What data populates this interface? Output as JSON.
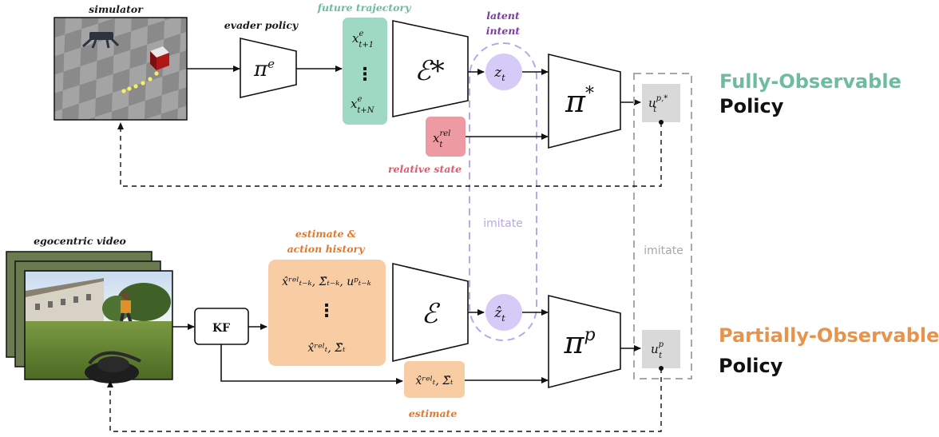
{
  "labels": {
    "simulator": "simulator",
    "evader_policy": "evader policy",
    "future_trajectory": "future trajectory",
    "latent_intent_line1": "latent",
    "latent_intent_line2": "intent",
    "relative_state": "relative state",
    "egocentric_video": "egocentric video",
    "estimate_history_line1": "estimate &",
    "estimate_history_line2": "action history",
    "estimate": "estimate",
    "imitate_latent": "imitate",
    "imitate_action": "imitate",
    "kf": "KF"
  },
  "titles": {
    "fully_line1": "Fully-Observable",
    "fully_line2": "Policy",
    "partially_line1": "Partially-Observable",
    "partially_line2": "Policy"
  },
  "math": {
    "pi_e": "π",
    "pi_e_sup": "e",
    "x_top": "x",
    "x_top_sup": "e",
    "x_top_sub": "t+1",
    "vdots": "⋮",
    "x_bot": "x",
    "x_bot_sup": "e",
    "x_bot_sub": "t+N",
    "enc_star": "ℰ*",
    "z_t": "z",
    "z_t_sub": "t",
    "x_rel": "x",
    "x_rel_sup": "rel",
    "x_rel_sub": "t",
    "pi_star": "π",
    "pi_star_sup": "*",
    "u_star": "u",
    "u_star_sup": "p,*",
    "u_star_sub": "t",
    "hist_row1": "x̂ʳᵉˡₜ₋ₖ, Σ̂ₜ₋ₖ, uᵖₜ₋ₖ",
    "hist_row3": "x̂ʳᵉˡₜ, Σ̂ₜ",
    "enc": "ℰ",
    "zhat": "ẑ",
    "zhat_sub": "t",
    "est_box": "x̂ʳᵉˡₜ, Σ̂ₜ",
    "pi_p": "π",
    "pi_p_sup": "p",
    "u_p": "u",
    "u_p_sup": "p",
    "u_p_sub": "t"
  },
  "colors": {
    "green_box": "#9fd9c4",
    "pink_box": "#ee9aa3",
    "orange_box": "#f8cda4",
    "latent_circle": "#d6cbf7",
    "action_box": "#d9d9d9",
    "imitate_purple": "#b9a8e6",
    "imitate_gray": "#a8a8a8"
  }
}
